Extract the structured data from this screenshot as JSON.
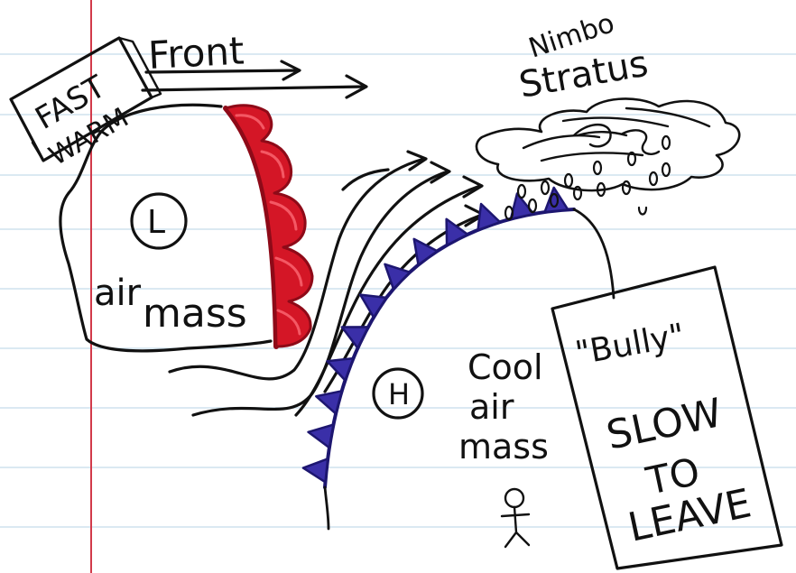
{
  "labels": {
    "fast": "FAST",
    "warm": "WARM",
    "front": "Front",
    "nimbo": "Nimbo",
    "stratus": "Stratus",
    "low_symbol": "L",
    "warm_air": "air",
    "warm_mass": "mass",
    "high_symbol": "H",
    "cool": "Cool",
    "cool_air": "air",
    "cool_mass": "mass",
    "bully": "\"Bully\"",
    "slow": "SLOW",
    "to": "TO",
    "leave": "LEAVE"
  },
  "colors": {
    "paper": "#ffffff",
    "rule_line": "#cfe2ee",
    "margin_line": "#d23a4a",
    "ink": "#111111",
    "warm_front": "#d41626",
    "warm_front_dark": "#8e0a18",
    "cold_front": "#3a2fa8",
    "cold_front_dark": "#1d1670"
  }
}
